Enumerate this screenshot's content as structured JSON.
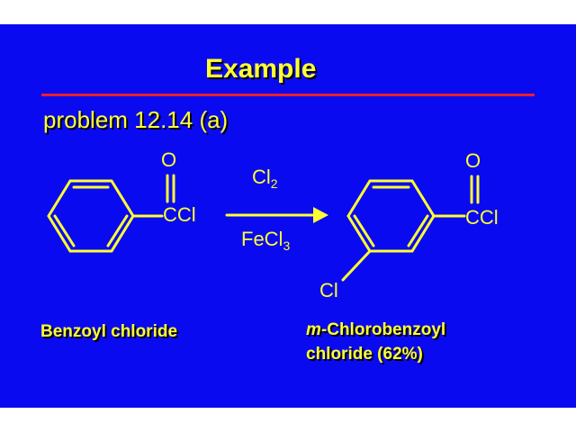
{
  "slide": {
    "title": "Example",
    "subtitle": "problem 12.14 (a)"
  },
  "reactant": {
    "carbonyl_oxygen": "O",
    "acyl_group": "CCl",
    "name": "Benzoyl chloride"
  },
  "reaction": {
    "reagent_top_symbol": "Cl",
    "reagent_top_subscript": "2",
    "reagent_bottom_symbol": "FeCl",
    "reagent_bottom_subscript": "3"
  },
  "product": {
    "carbonyl_oxygen": "O",
    "acyl_group": "CCl",
    "ring_substituent": "Cl",
    "name_italic_prefix": "m",
    "name_line1_rest": "-Chlorobenzoyl",
    "name_line2": "chloride (62%)"
  },
  "colors": {
    "background": "#0a0af0",
    "text": "#ffff33",
    "rule": "#e8202a",
    "bonds": "#ffff33"
  }
}
